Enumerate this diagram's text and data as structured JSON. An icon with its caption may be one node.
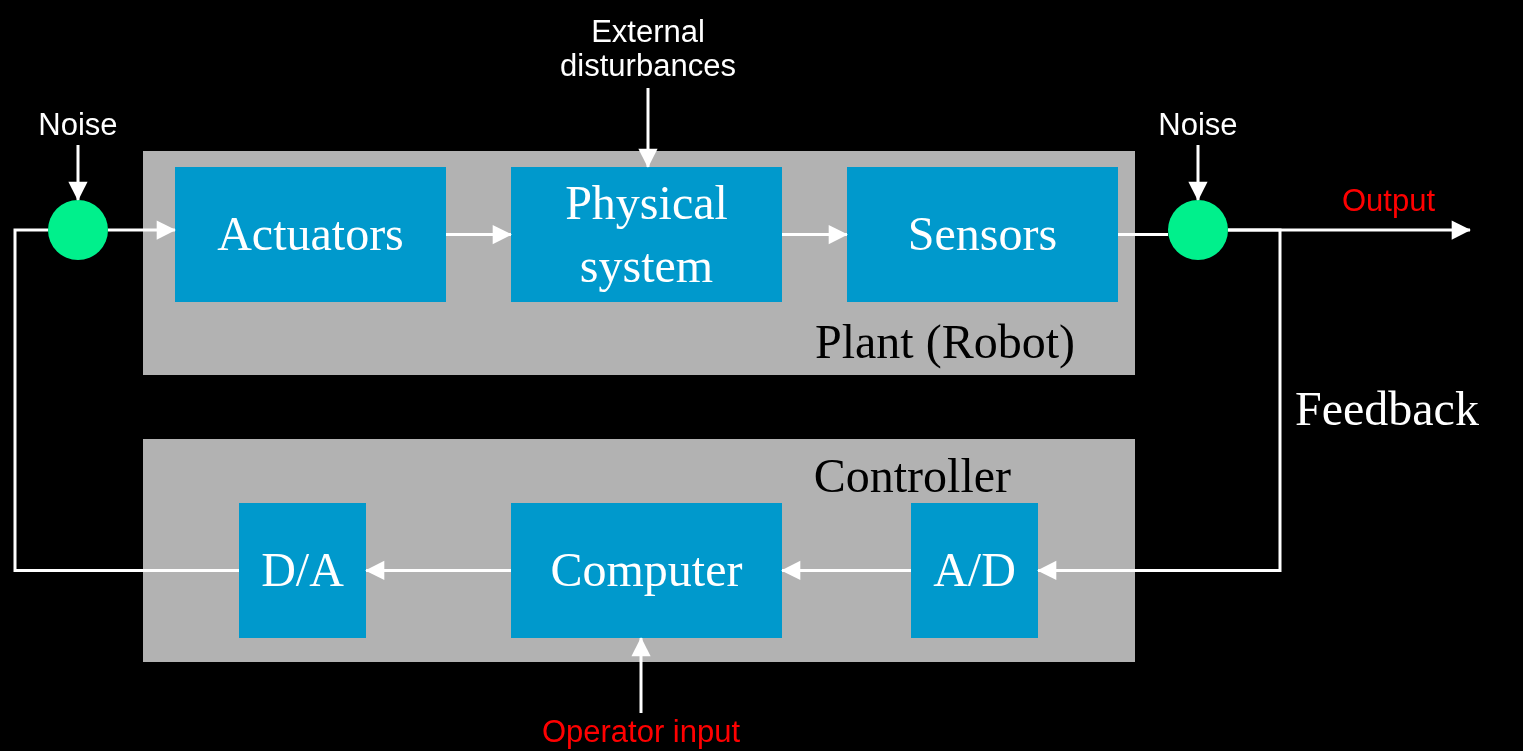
{
  "diagram": {
    "nodes": [
      {
        "text": [
          "Plant (Robot)"
        ]
      },
      {
        "text": [
          "Actuators"
        ],
        "in": 0
      },
      {
        "text": [
          "Physical system"
        ],
        "in": 0
      },
      {
        "text": [
          "Sensors"
        ],
        "in": 0
      },
      {
        "text": [
          "Controller"
        ]
      },
      {
        "text": [
          "D/A"
        ],
        "in": 4
      },
      {
        "text": [
          "Computer"
        ],
        "in": 4
      },
      {
        "text": [
          "A/D"
        ],
        "in": 4
      },
      {
        "text": [
          "Noise"
        ]
      },
      {
        "text": [
          "Noise"
        ]
      },
      {
        "text": [],
        "shape": "circle"
      },
      {
        "text": [],
        "shape": "circle"
      },
      {
        "text": [
          "External disturbances"
        ]
      },
      {
        "text": [
          "Operator input"
        ]
      }
    ],
    "edges": [
      {
        "from": 8,
        "to": 10,
        "arrow": "to"
      },
      {
        "from": 9,
        "to": 11,
        "arrow": "to"
      },
      {
        "from": 12,
        "to": 2,
        "arrow": "to"
      },
      {
        "from": 10,
        "to": 1,
        "arrow": "to"
      },
      {
        "from": 1,
        "to": 2,
        "arrow": "to"
      },
      {
        "from": 2,
        "to": 3,
        "arrow": "to"
      },
      {
        "from": 3,
        "to": 11,
        "arrow": "none"
      },
      {
        "from": 11,
        "to": null,
        "arrow": "to",
        "label": "Output"
      },
      {
        "from": 11,
        "to": 7,
        "arrow": "to",
        "label": "Feedback"
      },
      {
        "from": 7,
        "to": 6,
        "arrow": "to"
      },
      {
        "from": 6,
        "to": 5,
        "arrow": "to"
      },
      {
        "from": 5,
        "to": 10,
        "arrow": "none"
      },
      {
        "from": 13,
        "to": 6,
        "arrow": "to"
      }
    ]
  }
}
